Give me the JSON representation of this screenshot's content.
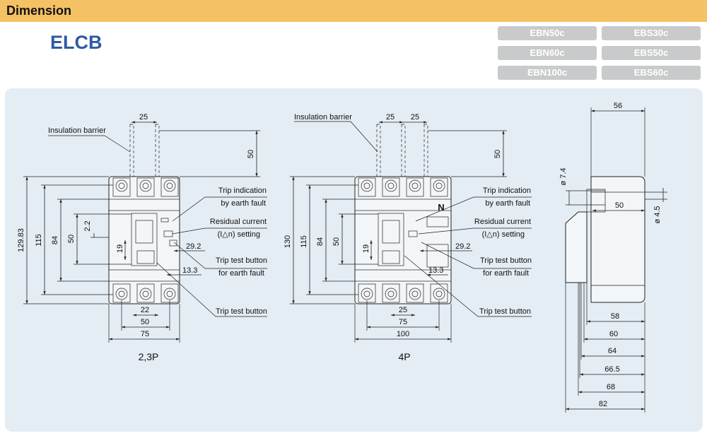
{
  "header": {
    "title": "Dimension"
  },
  "product": {
    "title": "ELCB"
  },
  "models": [
    "EBN50c",
    "EBS30c",
    "EBN60c",
    "EBS50c",
    "EBN100c",
    "EBS60c"
  ],
  "view_23p": {
    "caption": "2,3P",
    "dims": {
      "top": "25",
      "barrier_h": "50",
      "h_total": "129.83",
      "h_115": "115",
      "h_84": "84",
      "h_50": "50",
      "h_22": "2.2",
      "h_19": "19",
      "w_292": "29.2",
      "w_133": "13.3",
      "w_22": "22",
      "w_50": "50",
      "w_75": "75"
    },
    "labels": {
      "barrier": "Insulation barrier",
      "trip_ind_1": "Trip indication",
      "trip_ind_2": "by earth fault",
      "residual_1": "Residual current",
      "residual_2": "(I△n) setting",
      "trip_test_1": "Trip test button",
      "trip_test_2": "for earth fault",
      "trip_btn": "Trip test button"
    }
  },
  "view_4p": {
    "caption": "4P",
    "dims": {
      "top_a": "25",
      "top_b": "25",
      "barrier_h": "50",
      "h_130": "130",
      "h_115": "115",
      "h_84": "84",
      "h_50": "50",
      "h_19": "19",
      "w_292": "29.2",
      "w_133": "13.3",
      "w_25": "25",
      "w_75": "75",
      "w_100": "100"
    },
    "labels": {
      "barrier": "Insulation barrier",
      "trip_ind_1": "Trip indication",
      "trip_ind_2": "by earth fault",
      "residual_1": "Residual current",
      "residual_2": "(I△n) setting",
      "trip_test_1": "Trip test button",
      "trip_test_2": "for earth fault",
      "trip_btn": "Trip test button",
      "neutral": "N"
    }
  },
  "side_view": {
    "dims": {
      "w_56": "56",
      "d_74": "ø 7.4",
      "w_50": "50",
      "d_45": "ø 4.5",
      "w_58": "58",
      "w_60": "60",
      "w_64": "64",
      "w_665": "66.5",
      "w_68": "68",
      "w_82": "82"
    }
  }
}
